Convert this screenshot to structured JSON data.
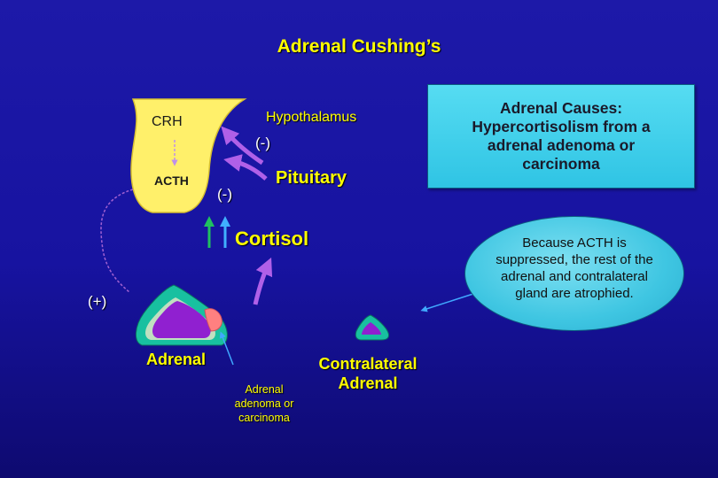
{
  "title": "Adrenal Cushing’s",
  "labels": {
    "crh": "CRH",
    "acth": "ACTH",
    "hypothalamus": "Hypothalamus",
    "pituitary": "Pituitary",
    "neg1": "(-)",
    "neg2": "(-)",
    "cortisol": "Cortisol",
    "pos": "(+)",
    "adrenal": "Adrenal",
    "adenoma_line1": "Adrenal",
    "adenoma_line2": "adenoma or",
    "adenoma_line3": "carcinoma",
    "contra_line1": "Contralateral",
    "contra_line2": "Adrenal"
  },
  "callout": "Adrenal Causes:\nHypercortisolism from a\nadrenal adenoma or\ncarcinoma",
  "note": "Because ACTH is\nsuppressed, the rest of the\nadrenal and contralateral\ngland are atrophied.",
  "colors": {
    "background": "#1a16a6",
    "title": "#ffff00",
    "gland": "#fff06a",
    "arrow_feedback": "#b060e8",
    "arrow_up_green": "#20c060",
    "arrow_up_blue": "#40b0ff",
    "adrenal_outer": "#18c0a0",
    "adrenal_inner": "#c0e0c0",
    "tumor": "#9020d0",
    "tumor_edge": "#ff8080",
    "callout": "#3cc8e6"
  }
}
